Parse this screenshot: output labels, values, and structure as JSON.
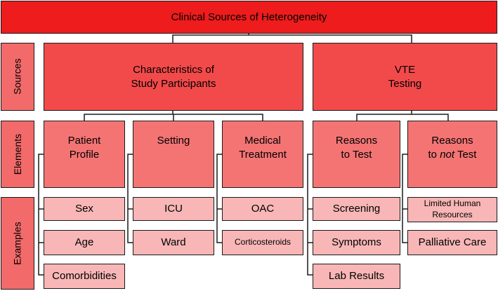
{
  "title": "Clinical Sources of Heterogeneity",
  "row_labels": {
    "sources": "Sources",
    "elements": "Elements",
    "examples": "Examples"
  },
  "sources": [
    {
      "label": "Characteristics of\nStudy Participants"
    },
    {
      "label": "VTE\nTesting"
    }
  ],
  "elements": [
    {
      "label": "Patient\nProfile",
      "examples": [
        "Sex",
        "Age",
        "Comorbidities"
      ]
    },
    {
      "label": "Setting",
      "examples": [
        "ICU",
        "Ward"
      ]
    },
    {
      "label": "Medical\nTreatment",
      "examples": [
        "OAC",
        "Corticosteroids"
      ]
    },
    {
      "label": "Reasons\nto Test",
      "examples": [
        "Screening",
        "Symptoms",
        "Lab Results"
      ]
    },
    {
      "label_before": "Reasons\nto ",
      "label_em": "not",
      "label_after": " Test",
      "examples": [
        "Limited Human\nResources",
        "Palliative Care"
      ]
    }
  ],
  "colors": {
    "title": "#ee1c1c",
    "source": "#f24a4a",
    "element": "#f47474",
    "example": "#f8b6b6",
    "side": "#f26a6a",
    "border": "#1a1a1a"
  }
}
